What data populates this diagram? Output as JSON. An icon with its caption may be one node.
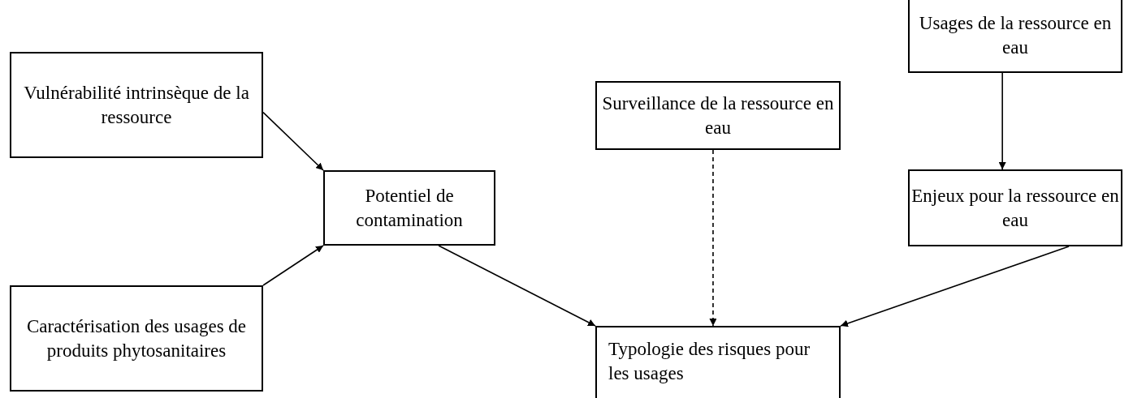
{
  "diagram": {
    "nodes": [
      {
        "text": [
          "Vulnérabilité intrinsèque de la ressource"
        ]
      },
      {
        "text": [
          "Potentiel de contamination"
        ]
      },
      {
        "text": [
          "Caractérisation des usages de produits phytosanitaires"
        ]
      },
      {
        "text": [
          "Surveillance de la ressource en eau"
        ]
      },
      {
        "text": [
          "Usages de la ressource en eau"
        ]
      },
      {
        "text": [
          "Enjeux pour la ressource en eau"
        ]
      },
      {
        "text": [
          "Typologie des risques pour les usages"
        ]
      }
    ],
    "edges": [
      {
        "from": 0,
        "to": 1,
        "arrow": "to"
      },
      {
        "from": 2,
        "to": 1,
        "arrow": "to"
      },
      {
        "from": 1,
        "to": 6,
        "arrow": "to"
      },
      {
        "from": 3,
        "to": 6,
        "arrow": "to",
        "style": "dashed"
      },
      {
        "from": 4,
        "to": 5,
        "arrow": "to"
      },
      {
        "from": 5,
        "to": 6,
        "arrow": "to"
      }
    ]
  }
}
